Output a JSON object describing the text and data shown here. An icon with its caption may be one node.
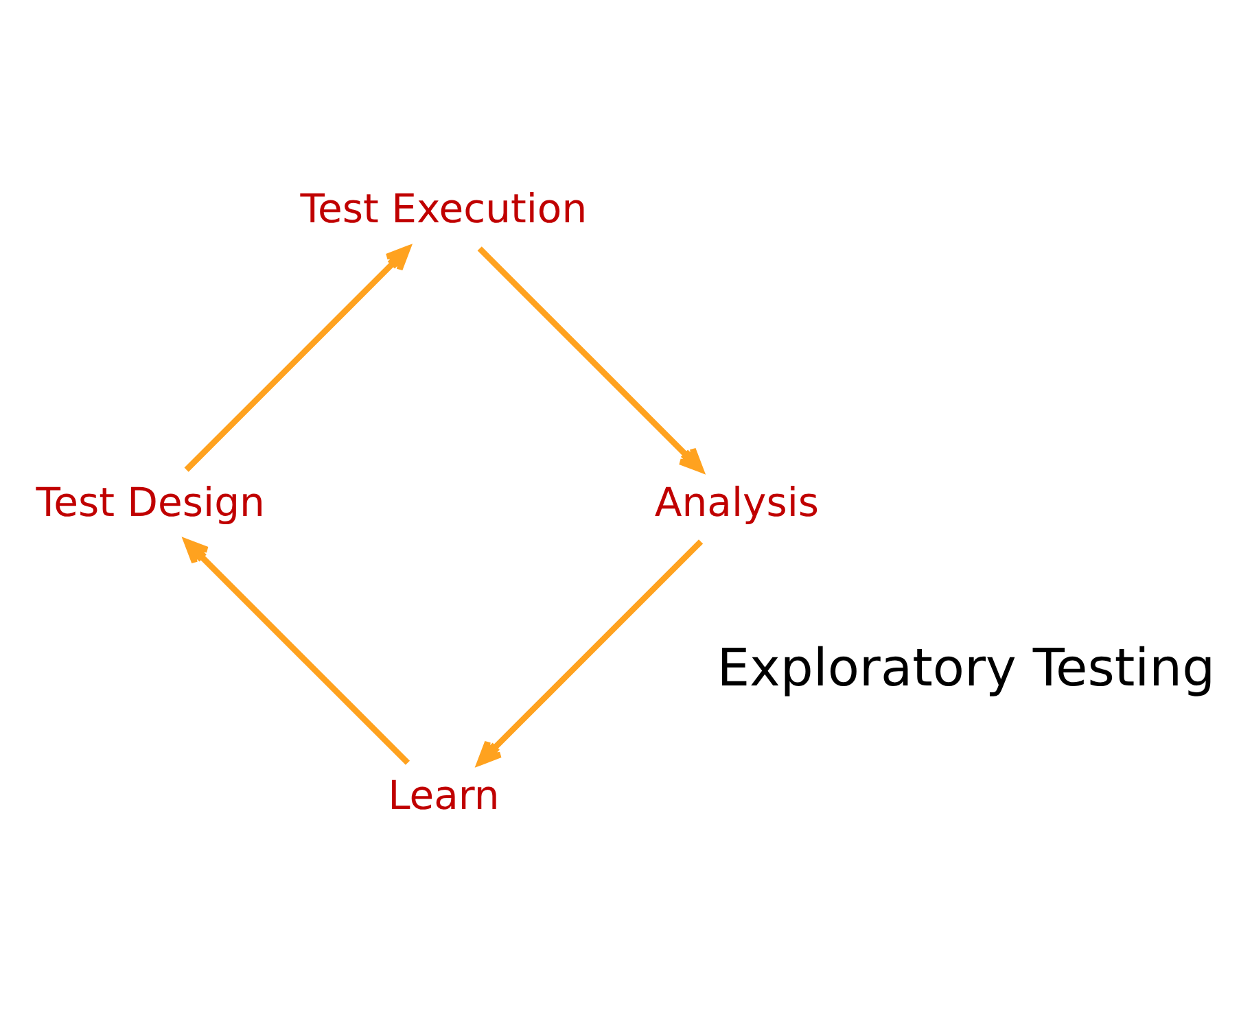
{
  "diagram": {
    "nodes": [
      {
        "text": [
          "Learn"
        ]
      },
      {
        "text": [
          "Test Design"
        ]
      },
      {
        "text": [
          "Test Execution"
        ]
      },
      {
        "text": [
          "Analysis"
        ]
      }
    ],
    "edges": [
      {
        "from": 0,
        "to": 1,
        "arrow": "to"
      },
      {
        "from": 1,
        "to": 2,
        "arrow": "to"
      },
      {
        "from": 2,
        "to": 3,
        "arrow": "to"
      },
      {
        "from": 3,
        "to": 0,
        "arrow": "to"
      }
    ],
    "labels": [
      "Exploratory Testing"
    ]
  }
}
